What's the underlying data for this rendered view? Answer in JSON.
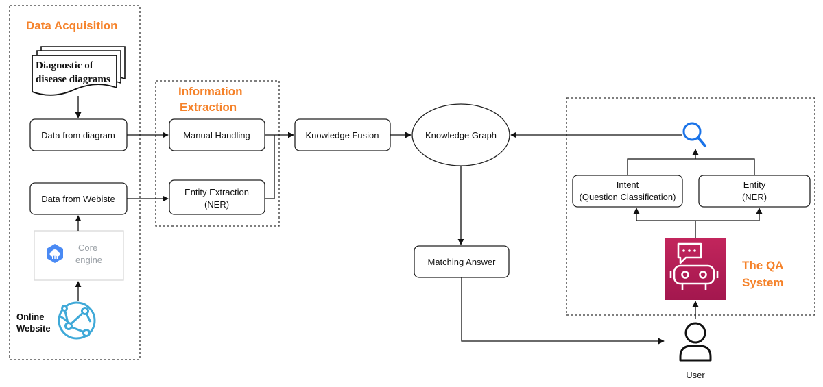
{
  "colors": {
    "accent": "#f5822a",
    "qa_icon_top": "#c2255c",
    "qa_icon_bottom": "#a3174e",
    "search_icon": "#1a73e8",
    "website_icon": "#3fa9d8",
    "core_icon": "#4a8af4"
  },
  "sections": {
    "data_acquisition": "Data Acquisition",
    "information_extraction_line1": "Information",
    "information_extraction_line2": "Extraction",
    "qa_system_line1": "The QA",
    "qa_system_line2": "System"
  },
  "nodes": {
    "doc_line1": "Diagnostic of",
    "doc_line2": "disease diagrams",
    "data_from_diagram": "Data from diagram",
    "data_from_website": "Data from Webiste",
    "core_line1": "Core",
    "core_line2": "engine",
    "online_line1": "Online",
    "online_line2": "Website",
    "manual_handling": "Manual Handling",
    "entity_extraction_line1": "Entity Extraction",
    "entity_extraction_line2": "(NER)",
    "knowledge_fusion": "Knowledge Fusion",
    "knowledge_graph": "Knowledge Graph",
    "matching_answer": "Matching Answer",
    "intent_line1": "Intent",
    "intent_line2": "(Question Classification)",
    "entity_line1": "Entity",
    "entity_line2": "(NER)",
    "user": "User"
  },
  "icons": {
    "documents": "document-stack-icon",
    "core_engine": "cloud-engine-icon",
    "online_website": "web-globe-icon",
    "search": "search-icon",
    "chatbot": "chatbot-icon",
    "user": "user-icon"
  }
}
